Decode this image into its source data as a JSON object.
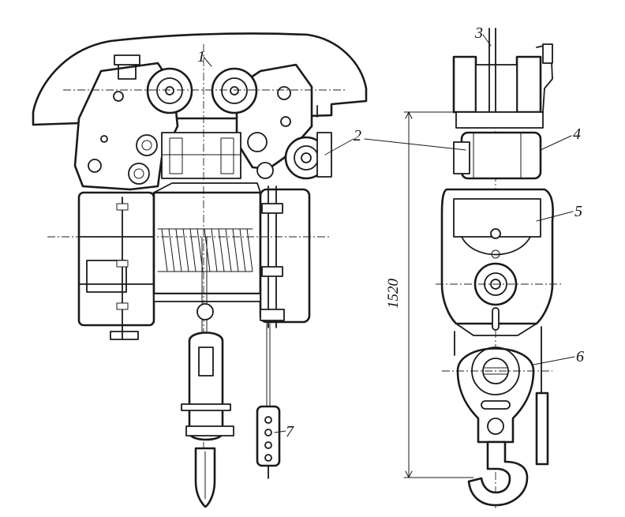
{
  "diagram": {
    "callouts": [
      "1",
      "2",
      "3",
      "4",
      "5",
      "6",
      "7"
    ],
    "dimension": "1520"
  },
  "colors": {
    "ink": "#1a1a1a",
    "paper": "#ffffff"
  }
}
